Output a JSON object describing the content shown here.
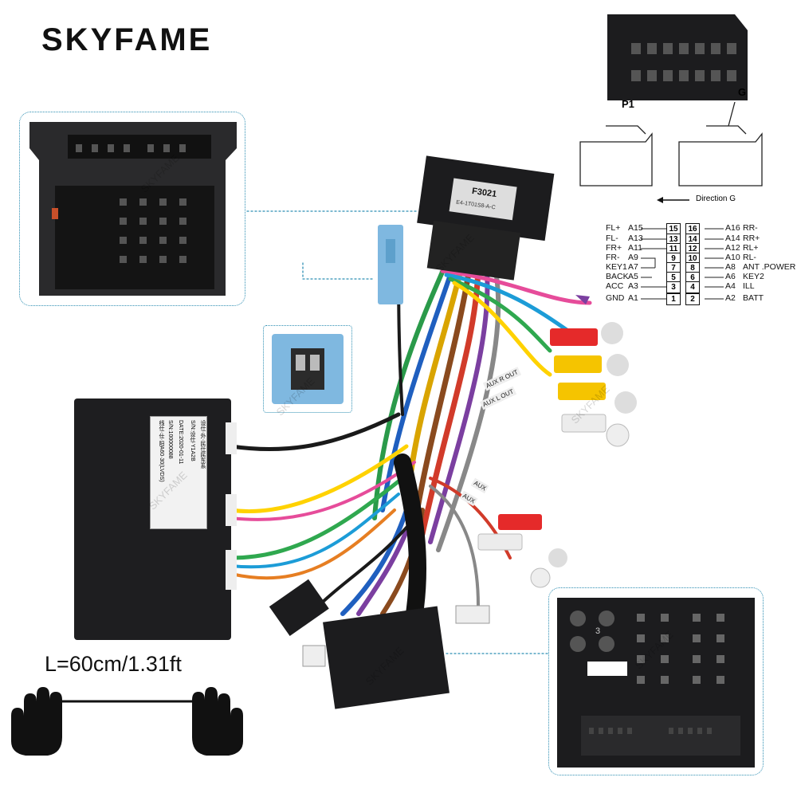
{
  "brand": "SKYFAME",
  "watermark": "SKYFAME",
  "module": {
    "label_lines": [
      "设仕·外·民仕民东系",
      "S/N:设仕·Y1A2B",
      "DATE:2020-01-11",
      "S/N:100000088",
      "线仕·仕·阳A60·30(LVDS)"
    ]
  },
  "plug_label": "F3021",
  "plug_sticker": "E4-1T01S8-A-C",
  "connector_view_labels": {
    "p1": "P1",
    "g": "G",
    "direction": "Direction G"
  },
  "pinout": [
    {
      "left_name": "FL+",
      "left_pin": "A15",
      "left_num": "15",
      "right_num": "16",
      "right_pin": "A16",
      "right_name": "RR-"
    },
    {
      "left_name": "FL-",
      "left_pin": "A13",
      "left_num": "13",
      "right_num": "14",
      "right_pin": "A14",
      "right_name": "RR+"
    },
    {
      "left_name": "FR+",
      "left_pin": "A11",
      "left_num": "11",
      "right_num": "12",
      "right_pin": "A12",
      "right_name": "RL+"
    },
    {
      "left_name": "FR-",
      "left_pin": "A9",
      "left_num": "9",
      "right_num": "10",
      "right_pin": "A10",
      "right_name": "RL-"
    },
    {
      "left_name": "KEY1",
      "left_pin": "A7",
      "left_num": "7",
      "right_num": "8",
      "right_pin": "A8",
      "right_name": "ANT .POWER"
    },
    {
      "left_name": "BACK",
      "left_pin": "A5",
      "left_num": "5",
      "right_num": "6",
      "right_pin": "A6",
      "right_name": "KEY2"
    },
    {
      "left_name": "ACC",
      "left_pin": "A3",
      "left_num": "3",
      "right_num": "4",
      "right_pin": "A4",
      "right_name": "ILL"
    },
    {
      "left_name": "GND",
      "left_pin": "A1",
      "left_num": "1",
      "right_num": "2",
      "right_pin": "A2",
      "right_name": "BATT"
    }
  ],
  "rca_labels": {
    "aux_r_out": "AUX R OUT",
    "aux_l_out": "AUX L OUT",
    "aux_in_1": "AUX",
    "aux_in_2": "AUX"
  },
  "connector_mark": "3",
  "length_label": "L=60cm/1.31ft",
  "colors": {
    "accent": "#2f8fb3",
    "plug": "#1c1c1e",
    "blue_connector": "#7fb8e0"
  }
}
